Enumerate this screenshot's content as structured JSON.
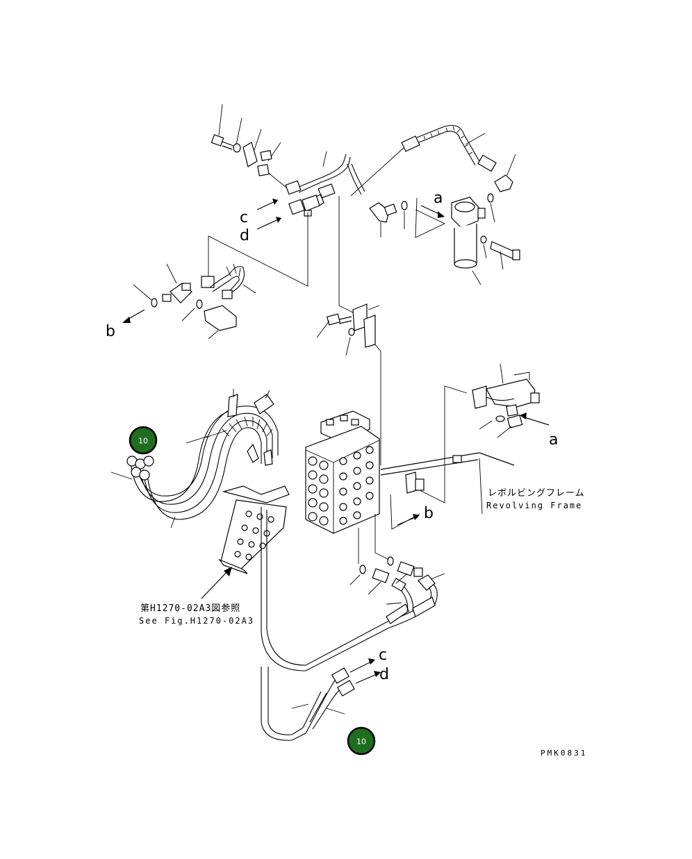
{
  "callouts": {
    "a_top": "a",
    "a_right": "a",
    "b_left": "b",
    "b_mid": "b",
    "c_top": "c",
    "d_top": "d",
    "c_bottom": "c",
    "d_bottom": "d"
  },
  "revolving_frame": {
    "jp": "レボルビングフレーム",
    "en": "Revolving Frame"
  },
  "see_fig": {
    "jp": "第H1270-02A3図参照",
    "en": "See Fig.H1270-02A3"
  },
  "badges": {
    "left": "10",
    "bottom": "10"
  },
  "drawing_code": "PMK0831"
}
